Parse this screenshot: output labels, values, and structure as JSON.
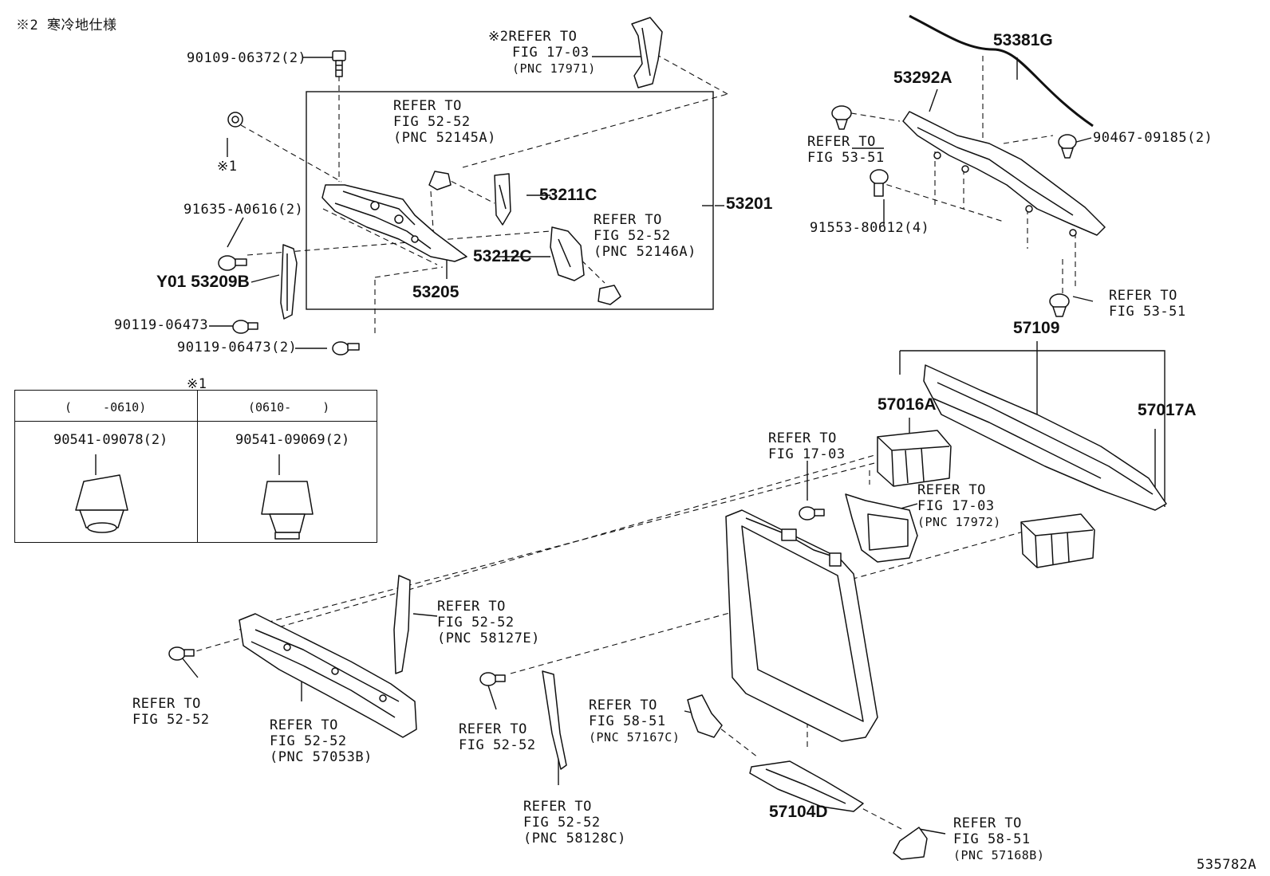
{
  "header_note": "※2 寒冷地仕様",
  "footer_code": "535782A",
  "labels": {
    "p90109": "90109-06372(2)",
    "n1": "※1",
    "p91635": "91635-A0616(2)",
    "p53209": "Y01 53209B",
    "p90119a": "90119-06473",
    "p90119b": "90119-06473(2)",
    "p53205": "53205",
    "p53211": "53211C",
    "p53212": "53212C",
    "p53201": "53201",
    "p53381": "53381G",
    "p53292": "53292A",
    "p90467": "90467-09185(2)",
    "p91553": "91553-80612(4)",
    "p57109": "57109",
    "p57016": "57016A",
    "p57017": "57017A",
    "p57104": "57104D"
  },
  "refs": {
    "r1703_top": {
      "marker": "※2",
      "l1": "REFER TO",
      "l2": "FIG 17-03",
      "l3": "(PNC 17971)"
    },
    "r5252_a": {
      "l1": "REFER TO",
      "l2": "FIG 52-52",
      "l3": "(PNC 52145A)"
    },
    "r5252_b": {
      "l1": "REFER TO",
      "l2": "FIG 52-52",
      "l3": "(PNC 52146A)"
    },
    "r5351_a": {
      "l1": "REFER TO",
      "l2": "FIG 53-51"
    },
    "r5351_b": {
      "l1": "REFER TO",
      "l2": "FIG 53-51"
    },
    "r1703_mid": {
      "l1": "REFER TO",
      "l2": "FIG 17-03"
    },
    "r1703_b": {
      "l1": "REFER TO",
      "l2": "FIG 17-03",
      "l3": "(PNC 17972)"
    },
    "r5252_c": {
      "l1": "REFER TO",
      "l2": "FIG 52-52",
      "l3": "(PNC 58127E)"
    },
    "r5252_d": {
      "l1": "REFER TO",
      "l2": "FIG 52-52"
    },
    "r5252_e": {
      "l1": "REFER TO",
      "l2": "FIG 52-52",
      "l3": "(PNC 57053B)"
    },
    "r5252_f": {
      "l1": "REFER TO",
      "l2": "FIG 52-52"
    },
    "r5252_g": {
      "l1": "REFER TO",
      "l2": "FIG 52-52",
      "l3": "(PNC 58128C)"
    },
    "r5851_a": {
      "l1": "REFER TO",
      "l2": "FIG 58-51",
      "l3": "(PNC 57167C)"
    },
    "r5851_b": {
      "l1": "REFER TO",
      "l2": "FIG 58-51",
      "l3": "(PNC 57168B)"
    }
  },
  "inset": {
    "marker": "※1",
    "col1_range": "(　　 -0610)",
    "col2_range": "(0610-　　 )",
    "col1_part": "90541-09078(2)",
    "col2_part": "90541-09069(2)"
  }
}
